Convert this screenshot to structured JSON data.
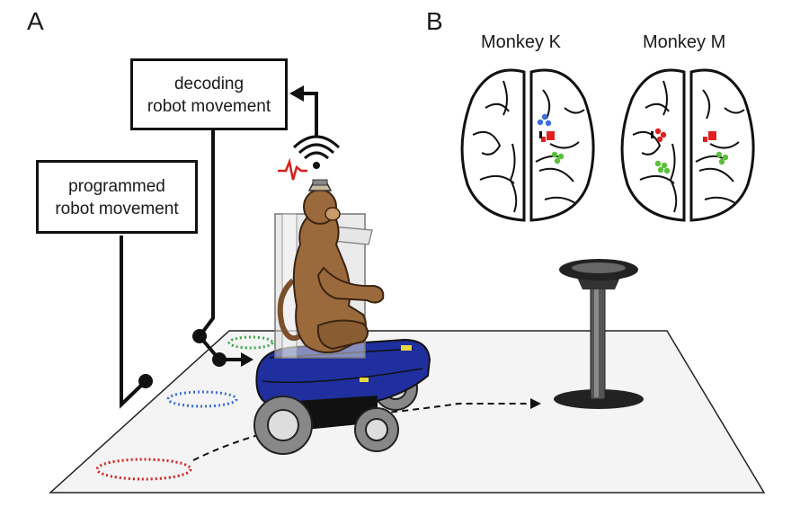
{
  "panels": {
    "a_label": "A",
    "b_label": "B"
  },
  "boxes": {
    "decoding": {
      "line1": "decoding",
      "line2": "robot movement"
    },
    "programmed": {
      "line1": "programmed",
      "line2": "robot movement"
    }
  },
  "brains": {
    "left_title": "Monkey K",
    "right_title": "Monkey M"
  },
  "colors": {
    "electrode_blue": "#3a6fd8",
    "electrode_red": "#e02020",
    "electrode_green": "#5cbf3a",
    "wheelchair_blue": "#1f2f9e",
    "monkey_brown": "#9a6a3c",
    "target_red": "#d62020",
    "target_blue": "#3a6fd8",
    "target_green": "#3aa845"
  }
}
